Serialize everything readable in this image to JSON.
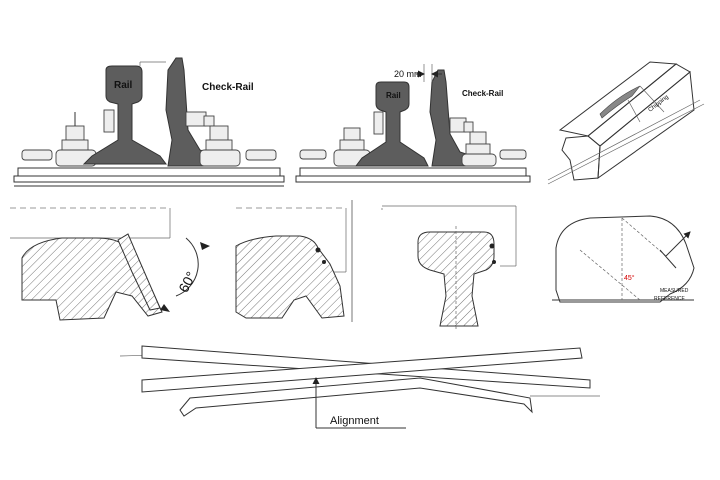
{
  "panels": {
    "checkrail_section": {
      "rail_label": "Rail",
      "checkrail_label": "Check-Rail"
    },
    "checkrail_gap": {
      "gap_label": "20 mm",
      "rail_label": "Rail",
      "checkrail_label": "Check-Rail"
    },
    "perspective_rail": {
      "chipping_label": "Chipping"
    },
    "flange_angle": {
      "angle_label": "60°"
    },
    "profile_measure": {
      "angle_label": "45°",
      "measured_label": "MEASURED",
      "reference_label": "REFERENCE"
    },
    "alignment": {
      "alignment_label": "Alignment"
    }
  },
  "colors": {
    "rail_fill": "#5d5d5d",
    "line": "#333333",
    "accent_red": "#d40000"
  }
}
